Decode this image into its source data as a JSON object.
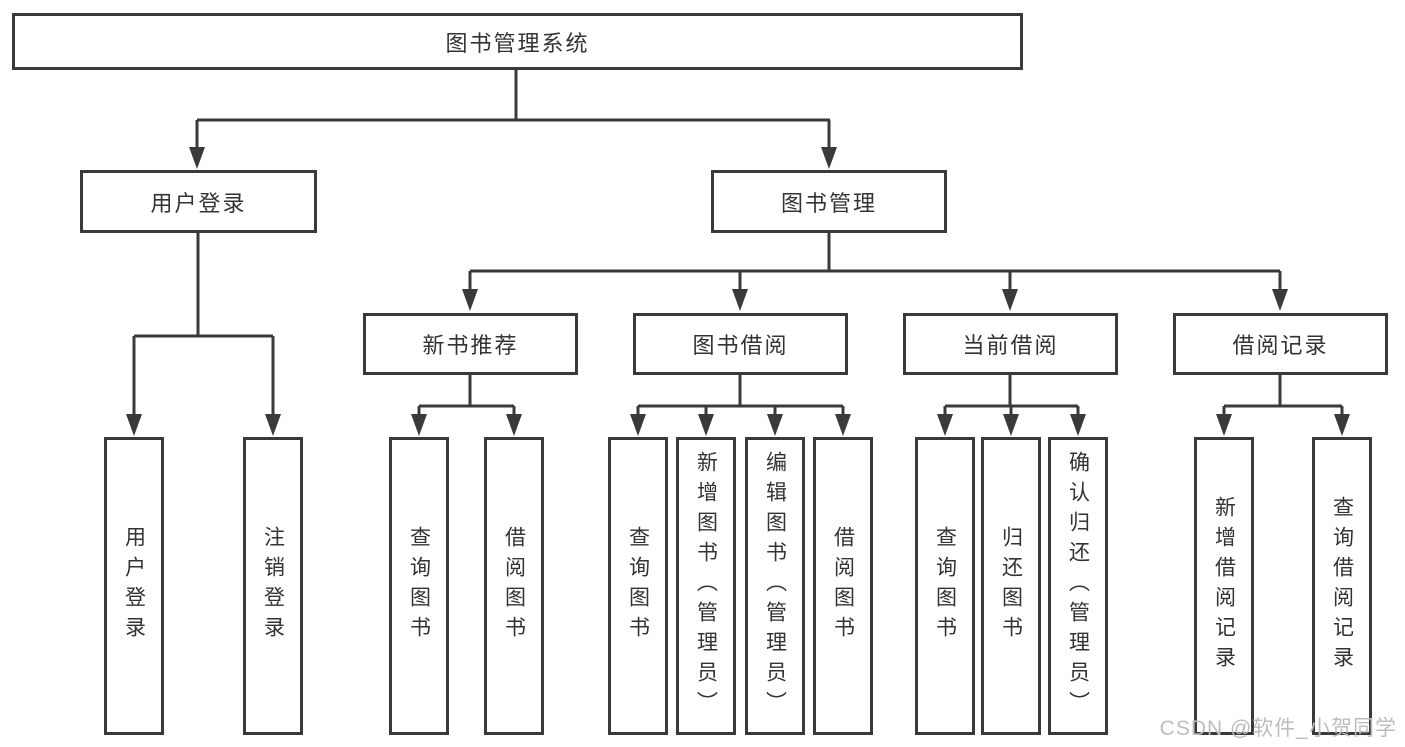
{
  "nodes": {
    "root": "图书管理系统",
    "user_login": "用户登录",
    "book_management": "图书管理",
    "new_book_recommend": "新书推荐",
    "book_borrow": "图书借阅",
    "current_borrow": "当前借阅",
    "borrow_records": "借阅记录",
    "leaf_user_login": "用户登录",
    "leaf_logout": "注销登录",
    "nb_query": "查询图书",
    "nb_borrow": "借阅图书",
    "bb_query": "查询图书",
    "bb_add": "新增图书（管理员）",
    "bb_edit": "编辑图书（管理员）",
    "bb_borrow": "借阅图书",
    "cb_query": "查询图书",
    "cb_return": "归还图书",
    "cb_confirm": "确认归还（管理员）",
    "br_add": "新增借阅记录",
    "br_query": "查询借阅记录"
  },
  "watermark": "CSDN @软件_小贺同学",
  "colors": {
    "line": "#3a3a3a",
    "text": "#333333",
    "box_bg": "#ffffff",
    "watermark": "#bdbdbd"
  }
}
